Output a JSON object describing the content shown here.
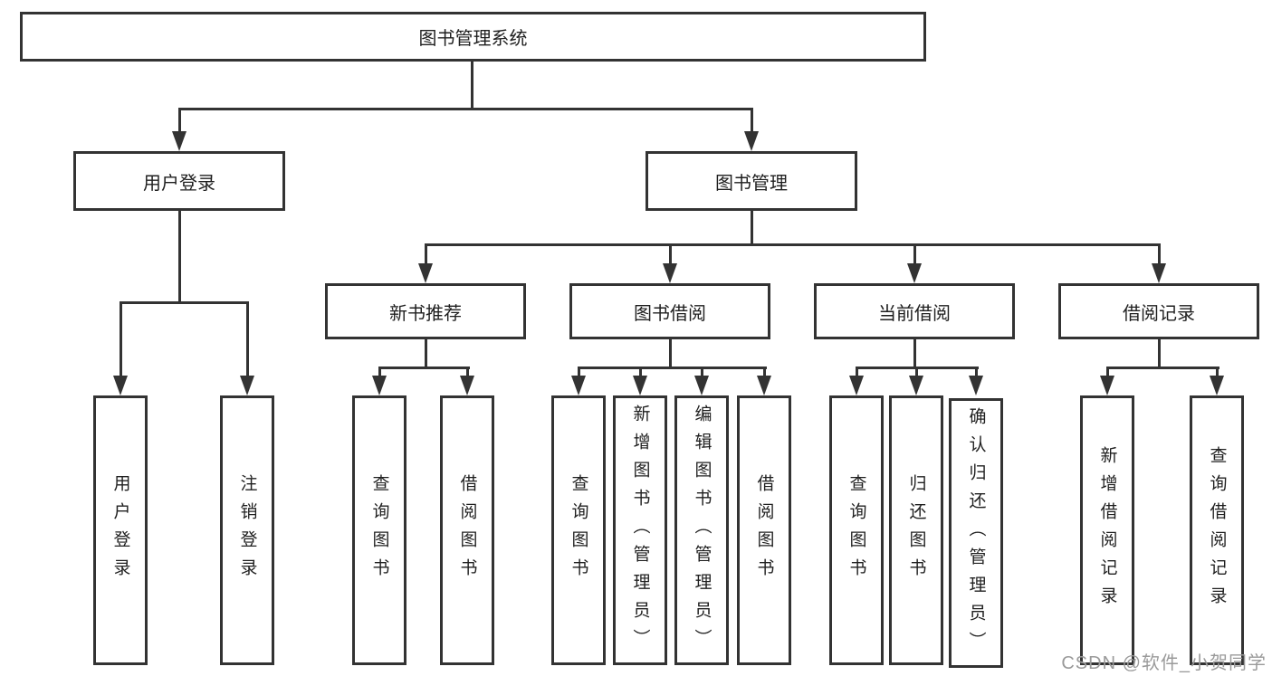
{
  "diagram": {
    "title_node": {
      "label": "图书管理系统"
    },
    "level2": {
      "user_login": {
        "label": "用户登录"
      },
      "book_mgmt": {
        "label": "图书管理"
      }
    },
    "level3": {
      "new_books": {
        "label": "新书推荐"
      },
      "book_borrow": {
        "label": "图书借阅"
      },
      "current_borrow": {
        "label": "当前借阅"
      },
      "borrow_records": {
        "label": "借阅记录"
      }
    },
    "leaves": {
      "user_login": [
        "用户登录",
        "注销登录"
      ],
      "new_books": [
        "查询图书",
        "借阅图书"
      ],
      "book_borrow": [
        "查询图书",
        "新增图书（管理员）",
        "编辑图书（管理员）",
        "借阅图书"
      ],
      "current_borrow": [
        "查询图书",
        "归还图书",
        "确认归还（管理员）"
      ],
      "borrow_records": [
        "新增借阅记录",
        "查询借阅记录"
      ]
    }
  },
  "watermark": {
    "text": "CSDN @软件_小贺同学"
  },
  "colors": {
    "line": "#333333",
    "text": "#1f1f1f",
    "background": "#ffffff",
    "watermark": "#9a9a9a"
  }
}
